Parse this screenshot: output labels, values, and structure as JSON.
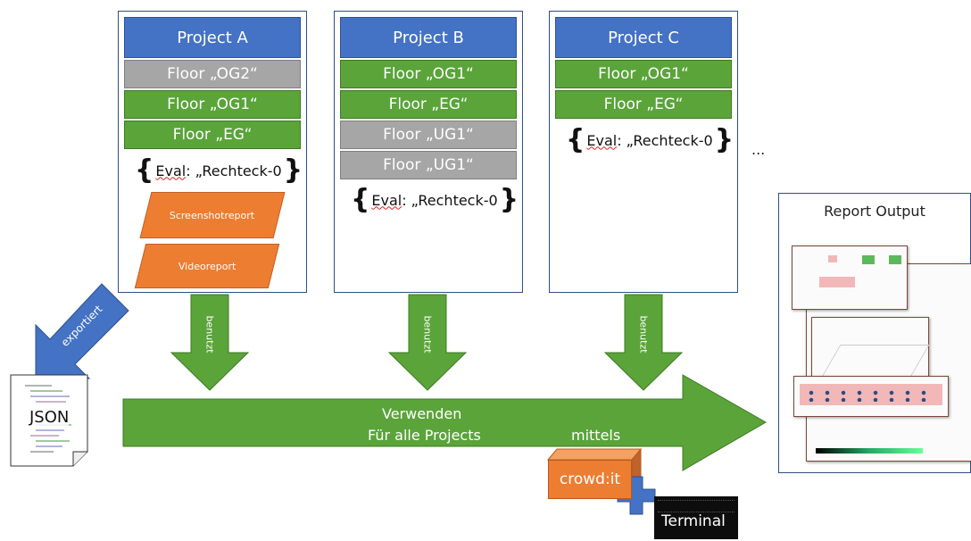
{
  "projects": [
    {
      "title": "Project A",
      "floors": [
        {
          "label": "Floor „OG2“",
          "state": "grey"
        },
        {
          "label": "Floor „OG1“",
          "state": "green"
        },
        {
          "label": "Floor „EG“",
          "state": "green"
        }
      ],
      "eval_prefix": "Eval",
      "eval_value": ": „Rechteck-0",
      "reports": [
        "Screenshotreport",
        "Videoreport"
      ]
    },
    {
      "title": "Project B",
      "floors": [
        {
          "label": "Floor „OG1“",
          "state": "green"
        },
        {
          "label": "Floor „EG“",
          "state": "green"
        },
        {
          "label": "Floor „UG1“",
          "state": "grey"
        },
        {
          "label": "Floor „UG1“",
          "state": "grey"
        }
      ],
      "eval_prefix": "Eval",
      "eval_value": ": „Rechteck-0"
    },
    {
      "title": "Project C",
      "floors": [
        {
          "label": "Floor „OG1“",
          "state": "green"
        },
        {
          "label": "Floor „EG“",
          "state": "green"
        }
      ],
      "eval_prefix": "Eval",
      "eval_value": ": „Rechteck-0"
    }
  ],
  "ellipsis": "...",
  "down_arrow_label": "benutzt",
  "export_label": "exportiert",
  "json_label": "JSON",
  "main_arrow": {
    "line1": "Verwenden",
    "line2": "Für alle Projects",
    "line3": "mittels"
  },
  "crowdit_label": "crowd:it",
  "terminal_label": "Terminal",
  "report_output_title": "Report Output",
  "colors": {
    "blue": "#4472c4",
    "green": "#5aa43a",
    "grey": "#a6a6a6",
    "orange": "#ed7d31",
    "plus": "#4472c4"
  }
}
